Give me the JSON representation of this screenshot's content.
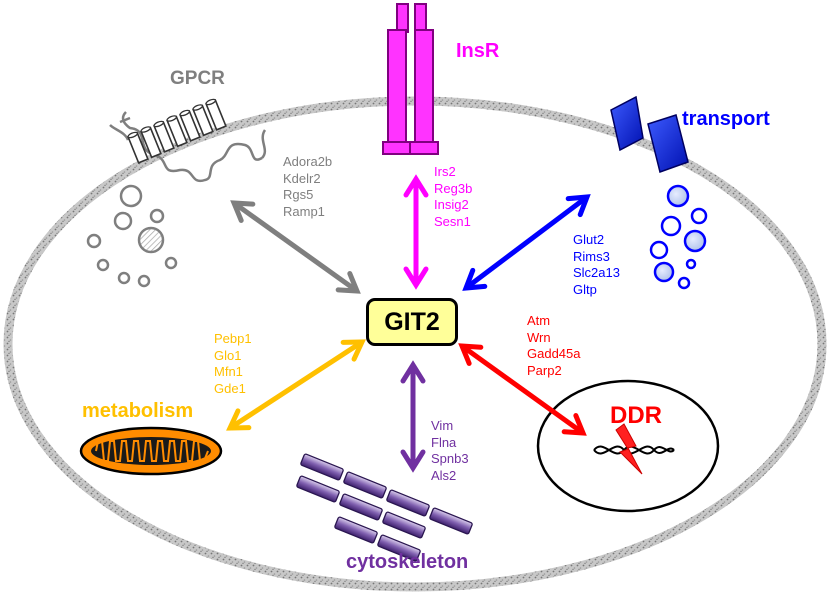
{
  "center": {
    "label": "GIT2",
    "fill": "#ffff99"
  },
  "colors": {
    "gpcr": "#7f7f7f",
    "insr": "#ff00ff",
    "transport": "#0000ff",
    "metabolism": "#ffc000",
    "ddr": "#ff0000",
    "cytoskeleton": "#7030a0"
  },
  "modules": {
    "gpcr": {
      "title": "GPCR",
      "genes": [
        "Adora2b",
        "Kdelr2",
        "Rgs5",
        "Ramp1"
      ]
    },
    "insr": {
      "title": "InsR",
      "genes": [
        "Irs2",
        "Reg3b",
        "Insig2",
        "Sesn1"
      ]
    },
    "transport": {
      "title": "transport",
      "genes": [
        "Glut2",
        "Rims3",
        "Slc2a13",
        "Gltp"
      ]
    },
    "metabolism": {
      "title": "metabolism",
      "genes": [
        "Pebp1",
        "Glo1",
        "Mfn1",
        "Gde1"
      ]
    },
    "ddr": {
      "title": "DDR",
      "genes": [
        "Atm",
        "Wrn",
        "Gadd45a",
        "Parp2"
      ]
    },
    "cytoskeleton": {
      "title": "cytoskeleton",
      "genes": [
        "Vim",
        "Flna",
        "Spnb3",
        "Als2"
      ]
    }
  }
}
